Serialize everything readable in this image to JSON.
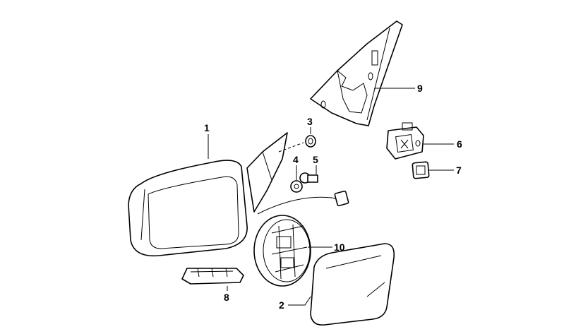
{
  "diagram": {
    "parts": [
      {
        "number": "1"
      },
      {
        "number": "2"
      },
      {
        "number": "3"
      },
      {
        "number": "4"
      },
      {
        "number": "5"
      },
      {
        "number": "6"
      },
      {
        "number": "7"
      },
      {
        "number": "8"
      },
      {
        "number": "9"
      },
      {
        "number": "10"
      }
    ]
  }
}
